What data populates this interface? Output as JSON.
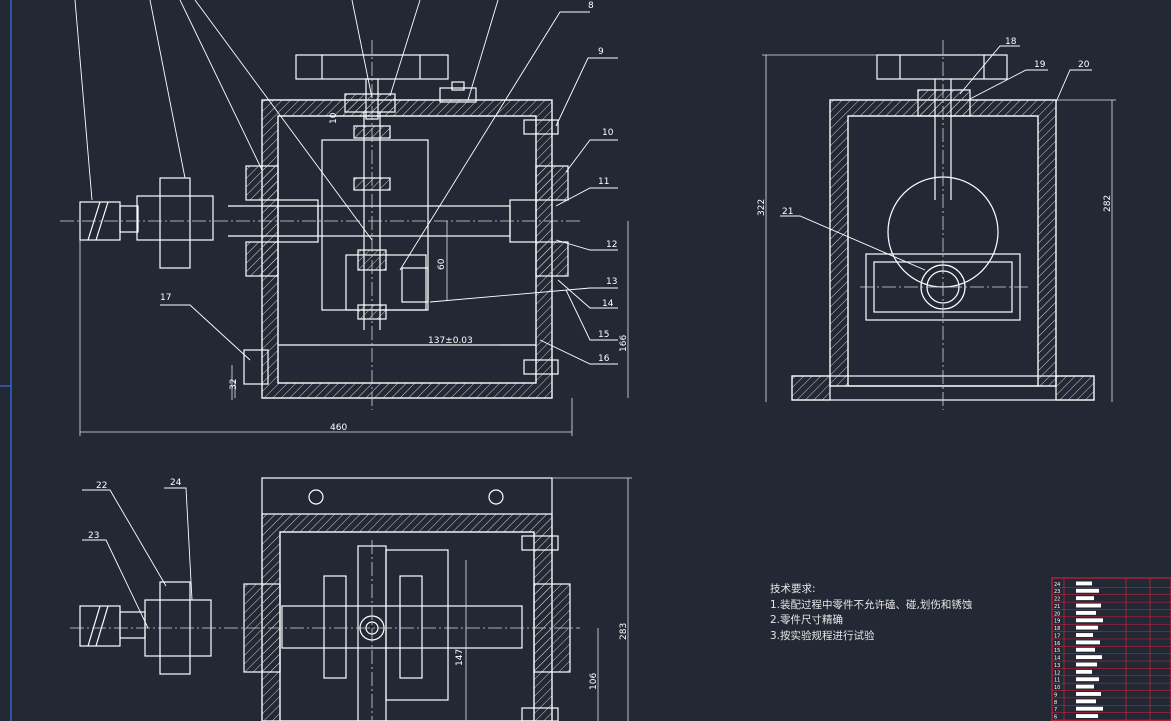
{
  "colors": {
    "background": "#222834",
    "line": "#ffffff",
    "centerline": "#d8d8d8",
    "dimension": "#e6e6e6",
    "hatch": "#cfcfcf",
    "frame": "#3a5fcd",
    "titleblock_red": "#e0203a"
  },
  "balloons": {
    "front_view": [
      "8",
      "9",
      "10",
      "11",
      "12",
      "13",
      "14",
      "15",
      "16",
      "17"
    ],
    "side_view": [
      "18",
      "19",
      "20",
      "21"
    ],
    "top_view": [
      "22",
      "23",
      "24"
    ]
  },
  "dimensions": {
    "front_view": {
      "overall_length": "460",
      "center_distance": "137±0.03",
      "base_height": "32",
      "shaft_height": "166",
      "gear_dim": "60",
      "small_dim": "10"
    },
    "side_view": {
      "overall_height": "322",
      "body_height": "282"
    },
    "top_view": {
      "overall_depth": "283",
      "inner_dim": "147",
      "offset_dim": "106"
    }
  },
  "technical_requirements": {
    "title": "技术要求:",
    "items": [
      "1.装配过程中零件不允许磕、碰,划伤和锈蚀",
      "2.零件尺寸精确",
      "3.按实验规程进行试验"
    ]
  },
  "parts_list": {
    "rows": [
      "24",
      "23",
      "22",
      "21",
      "20",
      "19",
      "18",
      "17",
      "16",
      "15",
      "14",
      "13",
      "12",
      "11",
      "10",
      "9",
      "8",
      "7",
      "6"
    ]
  }
}
